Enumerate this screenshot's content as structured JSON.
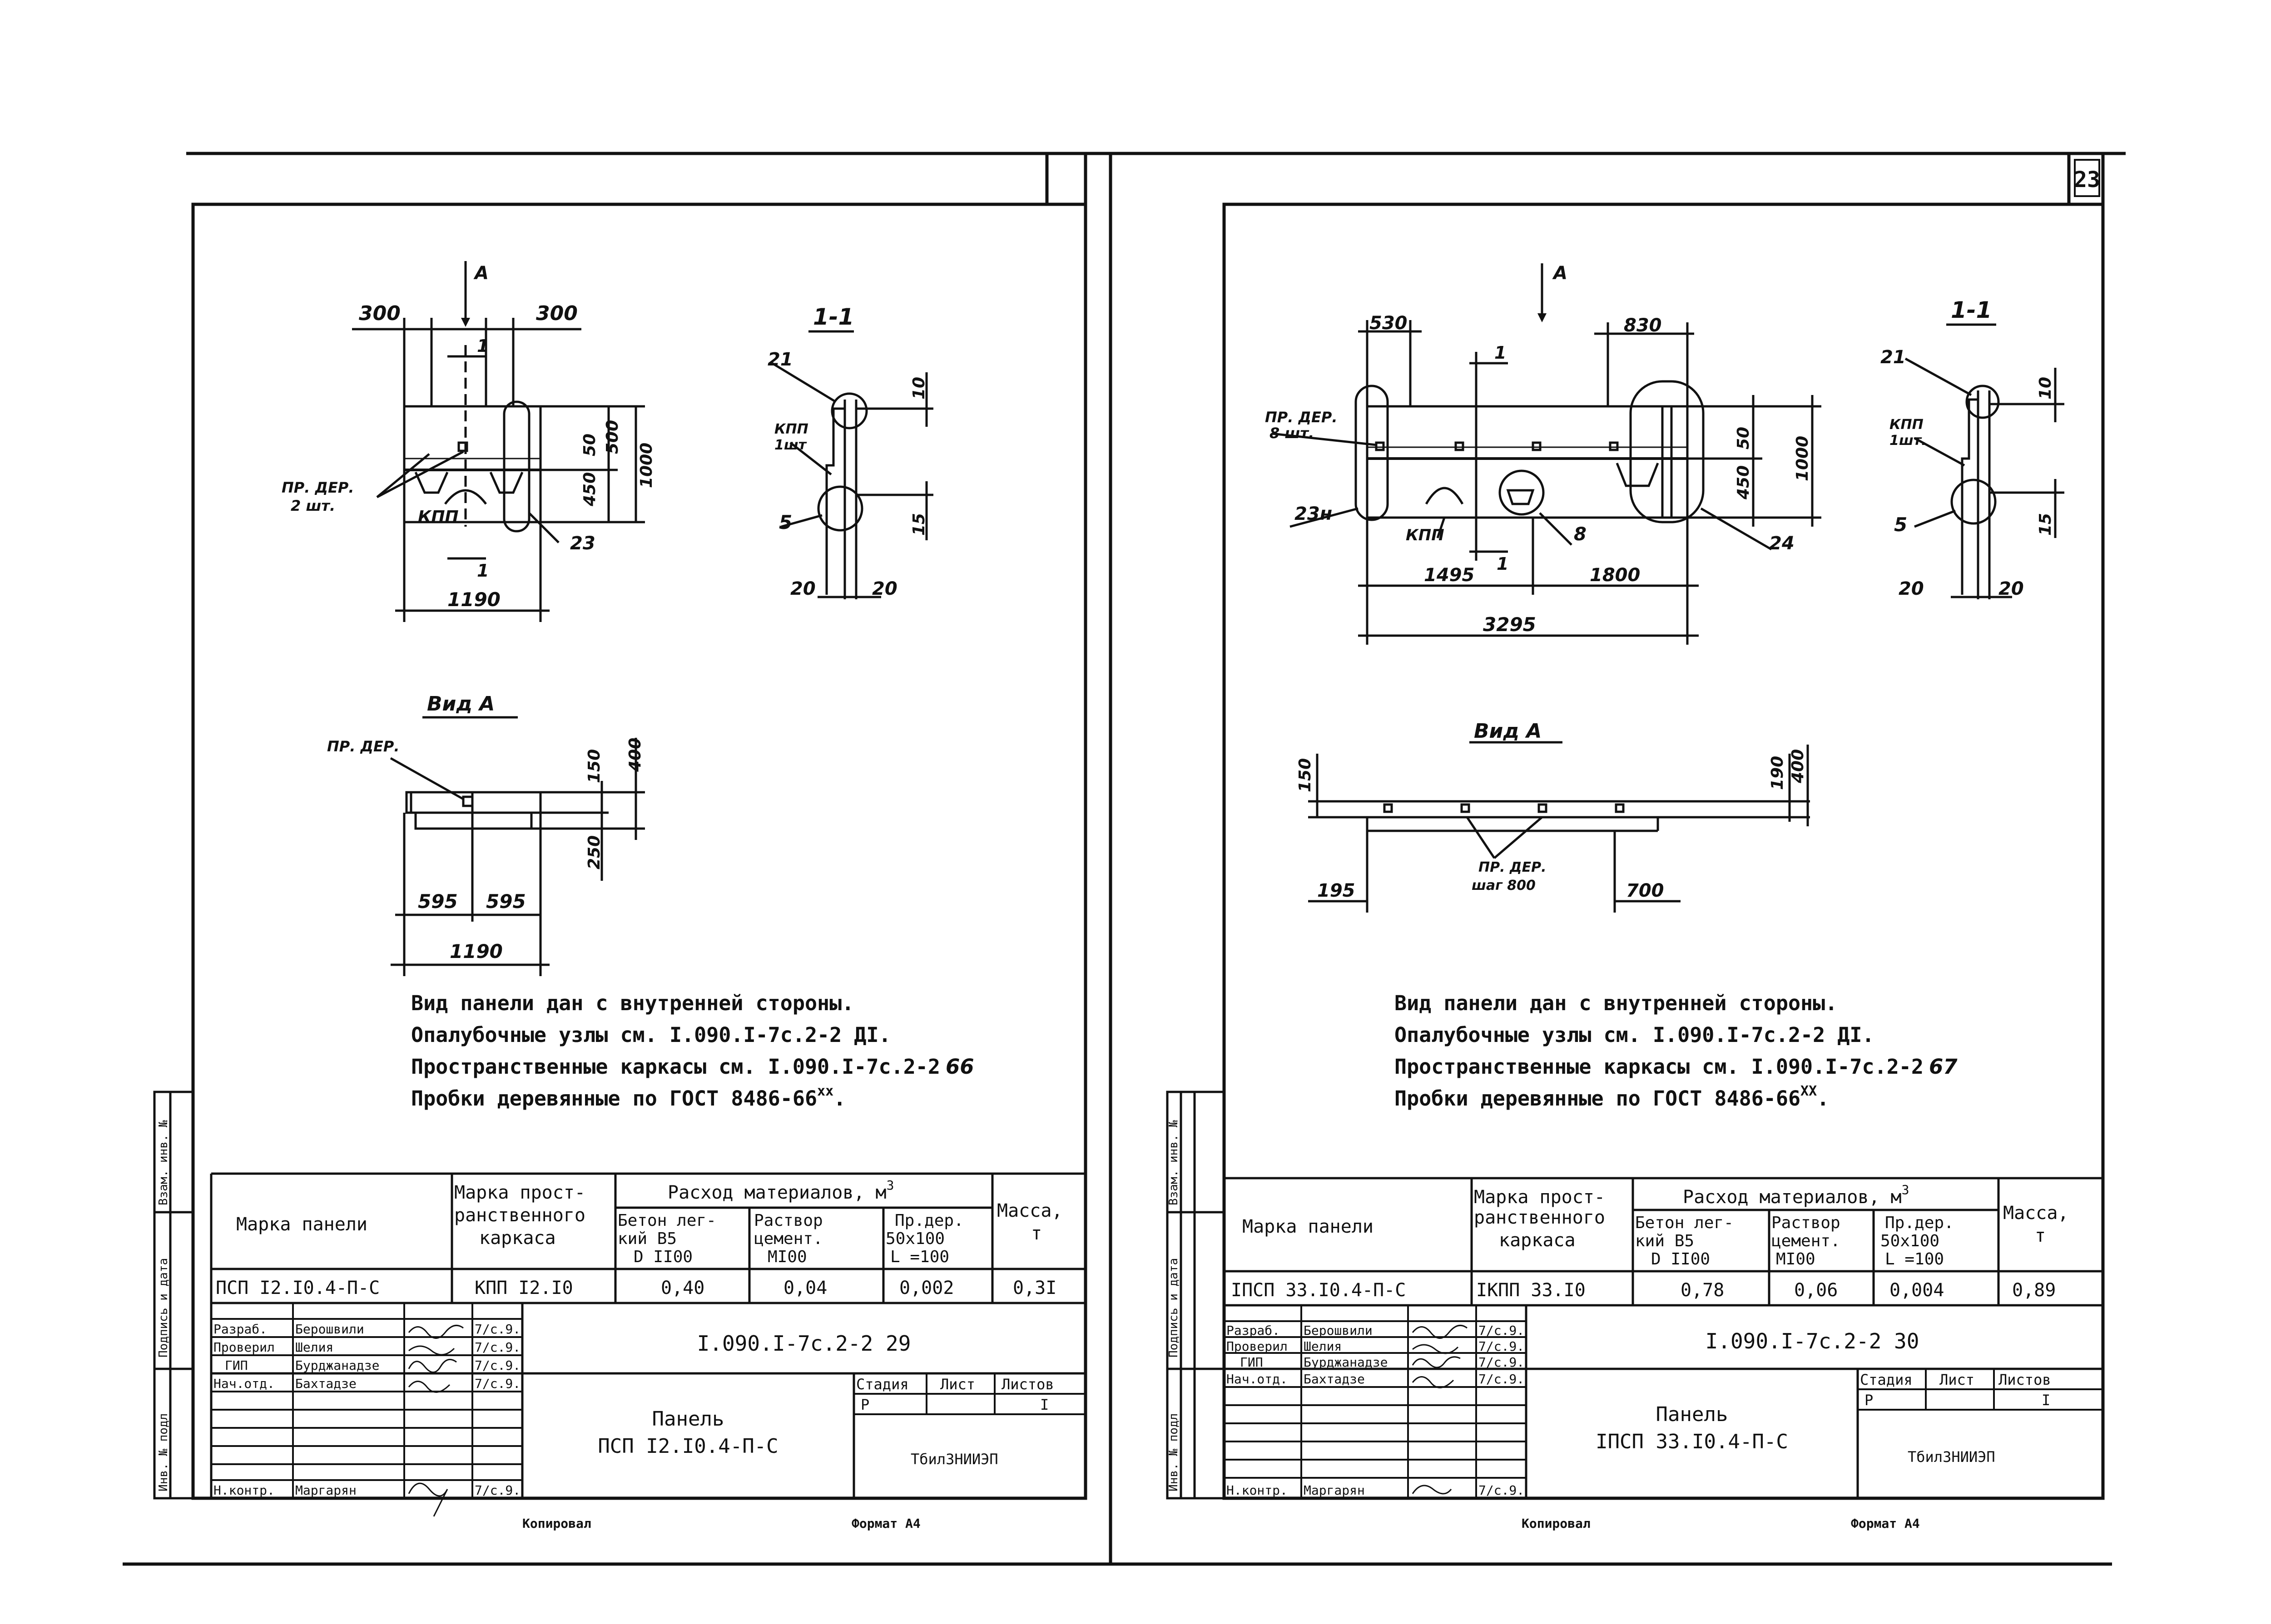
{
  "page_number": "23",
  "left": {
    "drawing": {
      "view_arrow_label": "А",
      "dim_top_left": "300",
      "dim_top_right": "300",
      "section_mark": "1",
      "plug_label": "ПР. ДЕР.",
      "plug_count": "2 шт.",
      "frame_label": "КПП",
      "callout_23": "23",
      "dim_50": "50",
      "dim_500": "500",
      "dim_450": "450",
      "dim_1000": "1000",
      "dim_width": "1190"
    },
    "section": {
      "title": "1-1",
      "callout_21": "21",
      "frame_label": "КПП",
      "frame_count": "1шт",
      "callout_5": "5",
      "dim_10": "10",
      "dim_15": "15",
      "dim_20a": "20",
      "dim_20b": "20"
    },
    "view": {
      "title": "Вид А",
      "plug_label": "ПР. ДЕР.",
      "dim_150": "150",
      "dim_400": "400",
      "dim_250": "250",
      "dim_595a": "595",
      "dim_595b": "595",
      "dim_1190": "1190"
    },
    "notes": {
      "n1": "Вид панели дан с внутренней стороны.",
      "n2": "Опалубочные узлы см. I.090.I-7с.2-2 ДI.",
      "n3_text": "Пространственные каркасы см. I.090.I-7с.2-2",
      "n3_ref": "66",
      "n4_text": "Пробки деревянные по ГОСТ 8486-66",
      "n4_sup": "xx",
      "n4_end": "."
    },
    "table": {
      "h_panel": "Марка панели",
      "h_frame1": "Марка прост-",
      "h_frame2": "ранственного",
      "h_frame3": "каркаса",
      "h_cons": "Расход материалов, м",
      "h_cons_sup": "3",
      "h_c1a": "Бетон лег-",
      "h_c1b": "кий В5",
      "h_c1c": "D II00",
      "h_c2a": "Раствор",
      "h_c2b": "цемент.",
      "h_c2c": "МI00",
      "h_c3a": "Пр.дер.",
      "h_c3b": "50x100",
      "h_c3c": "L =100",
      "h_mass1": "Масса,",
      "h_mass2": "т",
      "r_panel": "ПСП I2.I0.4-П-С",
      "r_frame": "КПП I2.I0",
      "r_c1": "0,40",
      "r_c2": "0,04",
      "r_c3": "0,002",
      "r_mass": "0,3I"
    },
    "stamp": {
      "role1": "Разраб.",
      "name1": "Берошвили",
      "date1": "7/с.9.",
      "role2": "Проверил",
      "name2": "Шелия",
      "date2": "7/с.9.",
      "role3": "ГИП",
      "name3": "Бурджанадзе",
      "date3": "7/с.9.",
      "role4": "Нач.отд.",
      "name4": "Бахтадзе",
      "date4": "7/с.9.",
      "role5": "Н.контр.",
      "name5": "Маргарян",
      "date5": "7/с.9.",
      "code": "I.090.I-7с.2-2 29",
      "title1": "Панель",
      "title2": "ПСП I2.I0.4-П-С",
      "h_stage": "Стадия",
      "h_sheet": "Лист",
      "h_sheets": "Листов",
      "stage": "Р",
      "sheets": "I",
      "org": "ТбилЗНИИЭП",
      "copied": "Копировал",
      "format": "Формат А4"
    },
    "margin": {
      "m1": "Взам. инв. №",
      "m2": "Подпись и дата",
      "m3": "Инв. № подл"
    }
  },
  "right": {
    "drawing": {
      "view_arrow_label": "А",
      "dim_530": "530",
      "dim_830": "830",
      "section_mark": "1",
      "plug_label": "ПР. ДЕР.",
      "plug_count": "8 шт.",
      "callout_23n": "23н",
      "frame_label": "КПП",
      "callout_8": "8",
      "callout_24": "24",
      "dim_50": "50",
      "dim_450": "450",
      "dim_1000": "1000",
      "dim_1495": "1495",
      "dim_1800": "1800",
      "dim_3295": "3295"
    },
    "section": {
      "title": "1-1",
      "callout_21": "21",
      "frame_label": "КПП",
      "frame_count": "1шт.",
      "callout_5": "5",
      "dim_10": "10",
      "dim_15": "15",
      "dim_20a": "20",
      "dim_20b": "20"
    },
    "view": {
      "title": "Вид А",
      "dim_150": "150",
      "dim_190": "190",
      "dim_400": "400",
      "plug_label": "ПР. ДЕР.",
      "plug_step": "шаг 800",
      "dim_195": "195",
      "dim_700": "700"
    },
    "notes": {
      "n1": "Вид панели дан с внутренней стороны.",
      "n2": "Опалубочные узлы см. I.090.I-7с.2-2 ДI.",
      "n3_text": "Пространственные каркасы см. I.090.I-7с.2-2",
      "n3_ref": "67",
      "n4_text": "Пробки деревянные по ГОСТ 8486-66",
      "n4_sup": "XX",
      "n4_end": "."
    },
    "table": {
      "h_panel": "Марка панели",
      "h_frame1": "Марка прост-",
      "h_frame2": "ранственного",
      "h_frame3": "каркаса",
      "h_cons": "Расход материалов, м",
      "h_cons_sup": "3",
      "h_c1a": "Бетон лег-",
      "h_c1b": "кий В5",
      "h_c1c": "D II00",
      "h_c2a": "Раствор",
      "h_c2b": "цемент.",
      "h_c2c": "МI00",
      "h_c3a": "Пр.дер.",
      "h_c3b": "50x100",
      "h_c3c": "L =100",
      "h_mass1": "Масса,",
      "h_mass2": "т",
      "r_panel": "IПСП 33.I0.4-П-С",
      "r_frame": "IКПП 33.I0",
      "r_c1": "0,78",
      "r_c2": "0,06",
      "r_c3": "0,004",
      "r_mass": "0,89"
    },
    "stamp": {
      "role1": "Разраб.",
      "name1": "Берошвили",
      "date1": "7/с.9.",
      "role2": "Проверил",
      "name2": "Шелия",
      "date2": "7/с.9.",
      "role3": "ГИП",
      "name3": "Бурджанадзе",
      "date3": "7/с.9.",
      "role4": "Нач.отд.",
      "name4": "Бахтадзе",
      "date4": "7/с.9.",
      "role5": "Н.контр.",
      "name5": "Маргарян",
      "date5": "7/с.9.",
      "code": "I.090.I-7с.2-2 30",
      "title1": "Панель",
      "title2": "IПСП 33.I0.4-П-С",
      "h_stage": "Стадия",
      "h_sheet": "Лист",
      "h_sheets": "Листов",
      "stage": "Р",
      "sheets": "I",
      "org": "ТбилЗНИИЭП",
      "copied": "Копировал",
      "format": "Формат А4"
    },
    "margin": {
      "m1": "Взам. инв. №",
      "m2": "Подпись и дата",
      "m3": "Инв. № подл"
    }
  }
}
